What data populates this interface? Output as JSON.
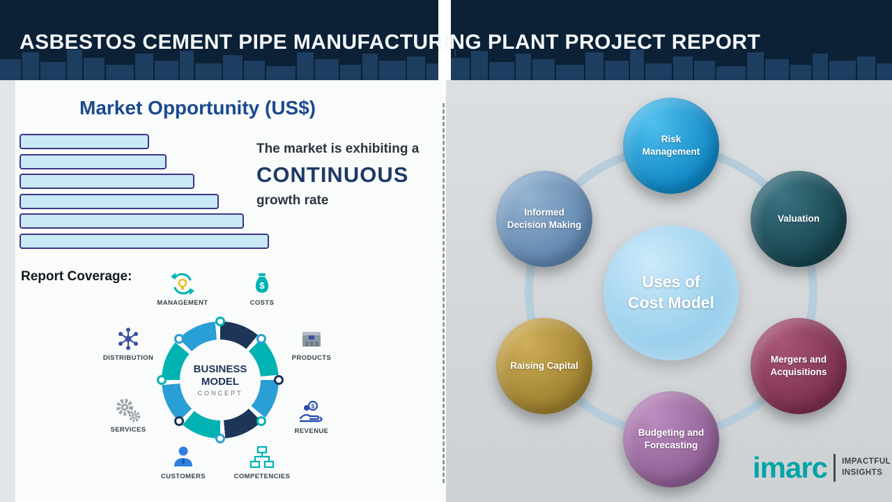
{
  "header": {
    "title": "ASBESTOS CEMENT PIPE MANUFACTURING PLANT PROJECT REPORT"
  },
  "chart_data": {
    "type": "bar",
    "orientation": "horizontal",
    "title": "Market Opportunity (US$)",
    "categories": [
      "",
      "",
      "",
      "",
      "",
      ""
    ],
    "values": [
      52,
      59,
      70,
      80,
      90,
      100
    ],
    "xlim": [
      0,
      100
    ],
    "bar_fill": "#c9e9f6",
    "bar_border": "#3b3486"
  },
  "left": {
    "market_title": "Market Opportunity (US$)",
    "growth": {
      "line1": "The market is exhibiting a",
      "highlight": "CONTINUOUS",
      "line2": "growth rate"
    },
    "report_coverage_label": "Report Coverage:",
    "business_model": {
      "center": [
        "BUSINESS",
        "MODEL",
        "CONCEPT"
      ],
      "items": [
        "MANAGEMENT",
        "COSTS",
        "DISTRIBUTION",
        "PRODUCTS",
        "SERVICES",
        "REVENUE",
        "CUSTOMERS",
        "COMPETENCIES"
      ],
      "ring_colors": [
        "#00b3b3",
        "#2a9fd6",
        "#1d3557"
      ]
    }
  },
  "right": {
    "center": {
      "line1": "Uses of",
      "line2": "Cost Model"
    },
    "nodes": [
      {
        "label": "Risk Management",
        "color": "#0f86c3",
        "color_light": "#4fc0ee"
      },
      {
        "label": "Valuation",
        "color": "#16424d",
        "color_light": "#3a7482"
      },
      {
        "label": "Mergers and Acquisitions",
        "color": "#7c2f4f",
        "color_light": "#a85577"
      },
      {
        "label": "Budgeting and Forecasting",
        "color": "#8e5e93",
        "color_light": "#bb8cbf"
      },
      {
        "label": "Raising Capital",
        "color": "#9d7f2e",
        "color_light": "#cfae57"
      },
      {
        "label": "Informed Decision Making",
        "color": "#5f85ad",
        "color_light": "#95b3d1"
      }
    ]
  },
  "logo": {
    "brand": "imarc",
    "tagline_line1": "IMPACTFUL",
    "tagline_line2": "INSIGHTS"
  }
}
